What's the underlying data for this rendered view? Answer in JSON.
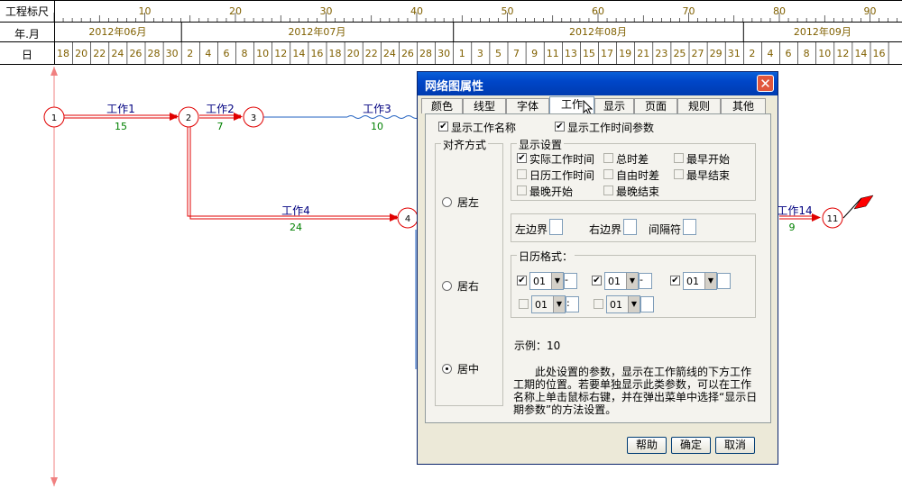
{
  "ruler": {
    "row_labels": [
      "工程标尺",
      "年.月",
      "日"
    ],
    "scale_numbers": [
      {
        "value": "10",
        "index": 10
      },
      {
        "value": "20",
        "index": 20
      },
      {
        "value": "30",
        "index": 30
      },
      {
        "value": "40",
        "index": 40
      },
      {
        "value": "50",
        "index": 50
      },
      {
        "value": "60",
        "index": 60
      },
      {
        "value": "70",
        "index": 70
      },
      {
        "value": "80",
        "index": 80
      },
      {
        "value": "90",
        "index": 90
      }
    ],
    "months": [
      {
        "label": "2012年06月",
        "start": 0,
        "end": 7
      },
      {
        "label": "2012年07月",
        "start": 7,
        "end": 22
      },
      {
        "label": "2012年08月",
        "start": 22,
        "end": 38
      },
      {
        "label": "2012年09月",
        "start": 38,
        "end": 47
      }
    ],
    "days": [
      "18",
      "20",
      "22",
      "24",
      "26",
      "28",
      "30",
      "2",
      "4",
      "6",
      "8",
      "10",
      "12",
      "14",
      "16",
      "18",
      "20",
      "22",
      "24",
      "26",
      "28",
      "30",
      "1",
      "3",
      "5",
      "7",
      "9",
      "11",
      "13",
      "15",
      "17",
      "19",
      "21",
      "23",
      "25",
      "27",
      "29",
      "31",
      "2",
      "4",
      "6",
      "8",
      "10",
      "12",
      "14",
      "16"
    ]
  },
  "network": {
    "nodes": [
      {
        "id": "1",
        "day": 0
      },
      {
        "id": "2",
        "day": 15
      },
      {
        "id": "3",
        "day": 22
      },
      {
        "id": "4",
        "day": 39
      },
      {
        "id": "11",
        "day": 86
      }
    ],
    "works": [
      {
        "name": "工作1",
        "duration": "15"
      },
      {
        "name": "工作2",
        "duration": "7"
      },
      {
        "name": "工作3",
        "duration": "10"
      },
      {
        "name": "工作4",
        "duration": "24"
      },
      {
        "name": "工作14",
        "duration": "9"
      }
    ]
  },
  "dialog": {
    "title": "网络图属性",
    "close": "✕",
    "tabs": [
      "颜色",
      "线型",
      "字体",
      "工作",
      "显示",
      "页面",
      "规则",
      "其他"
    ],
    "active_tab": "工作",
    "show_work_name": "显示工作名称",
    "show_work_time": "显示工作时间参数",
    "align_group": "对齐方式",
    "align_options": [
      "居左",
      "居右",
      "居中"
    ],
    "align_selected": "居中",
    "display_group": "显示设置",
    "display_options": [
      {
        "label": "实际工作时间",
        "checked": true
      },
      {
        "label": "总时差",
        "checked": false
      },
      {
        "label": "最早开始",
        "checked": false
      },
      {
        "label": "日历工作时间",
        "checked": false
      },
      {
        "label": "自由时差",
        "checked": false
      },
      {
        "label": "最早结束",
        "checked": false
      },
      {
        "label": "最晚开始",
        "checked": false
      },
      {
        "label": "最晚结束",
        "checked": false
      }
    ],
    "left_margin": "左边界",
    "right_margin": "右边界",
    "separator": "间隔符",
    "calendar_format": "日历格式：",
    "cal_row1": [
      {
        "value": "01",
        "sep": "-",
        "checked": true
      },
      {
        "value": "01",
        "sep": "-",
        "checked": true
      },
      {
        "value": "01",
        "sep": "",
        "checked": true
      }
    ],
    "cal_row2": [
      {
        "value": "01",
        "sep": ":",
        "checked": false
      },
      {
        "value": "01",
        "sep": "",
        "checked": false
      }
    ],
    "example": "示例：10",
    "note": "此处设置的参数，显示在工作箭线的下方工作工期的位置。若要单独显示此类参数，可以在工作名称上单击鼠标右键，并在弹出菜单中选择“显示日期参数”的方法设置。",
    "buttons": [
      "帮助",
      "确定",
      "取消"
    ]
  }
}
